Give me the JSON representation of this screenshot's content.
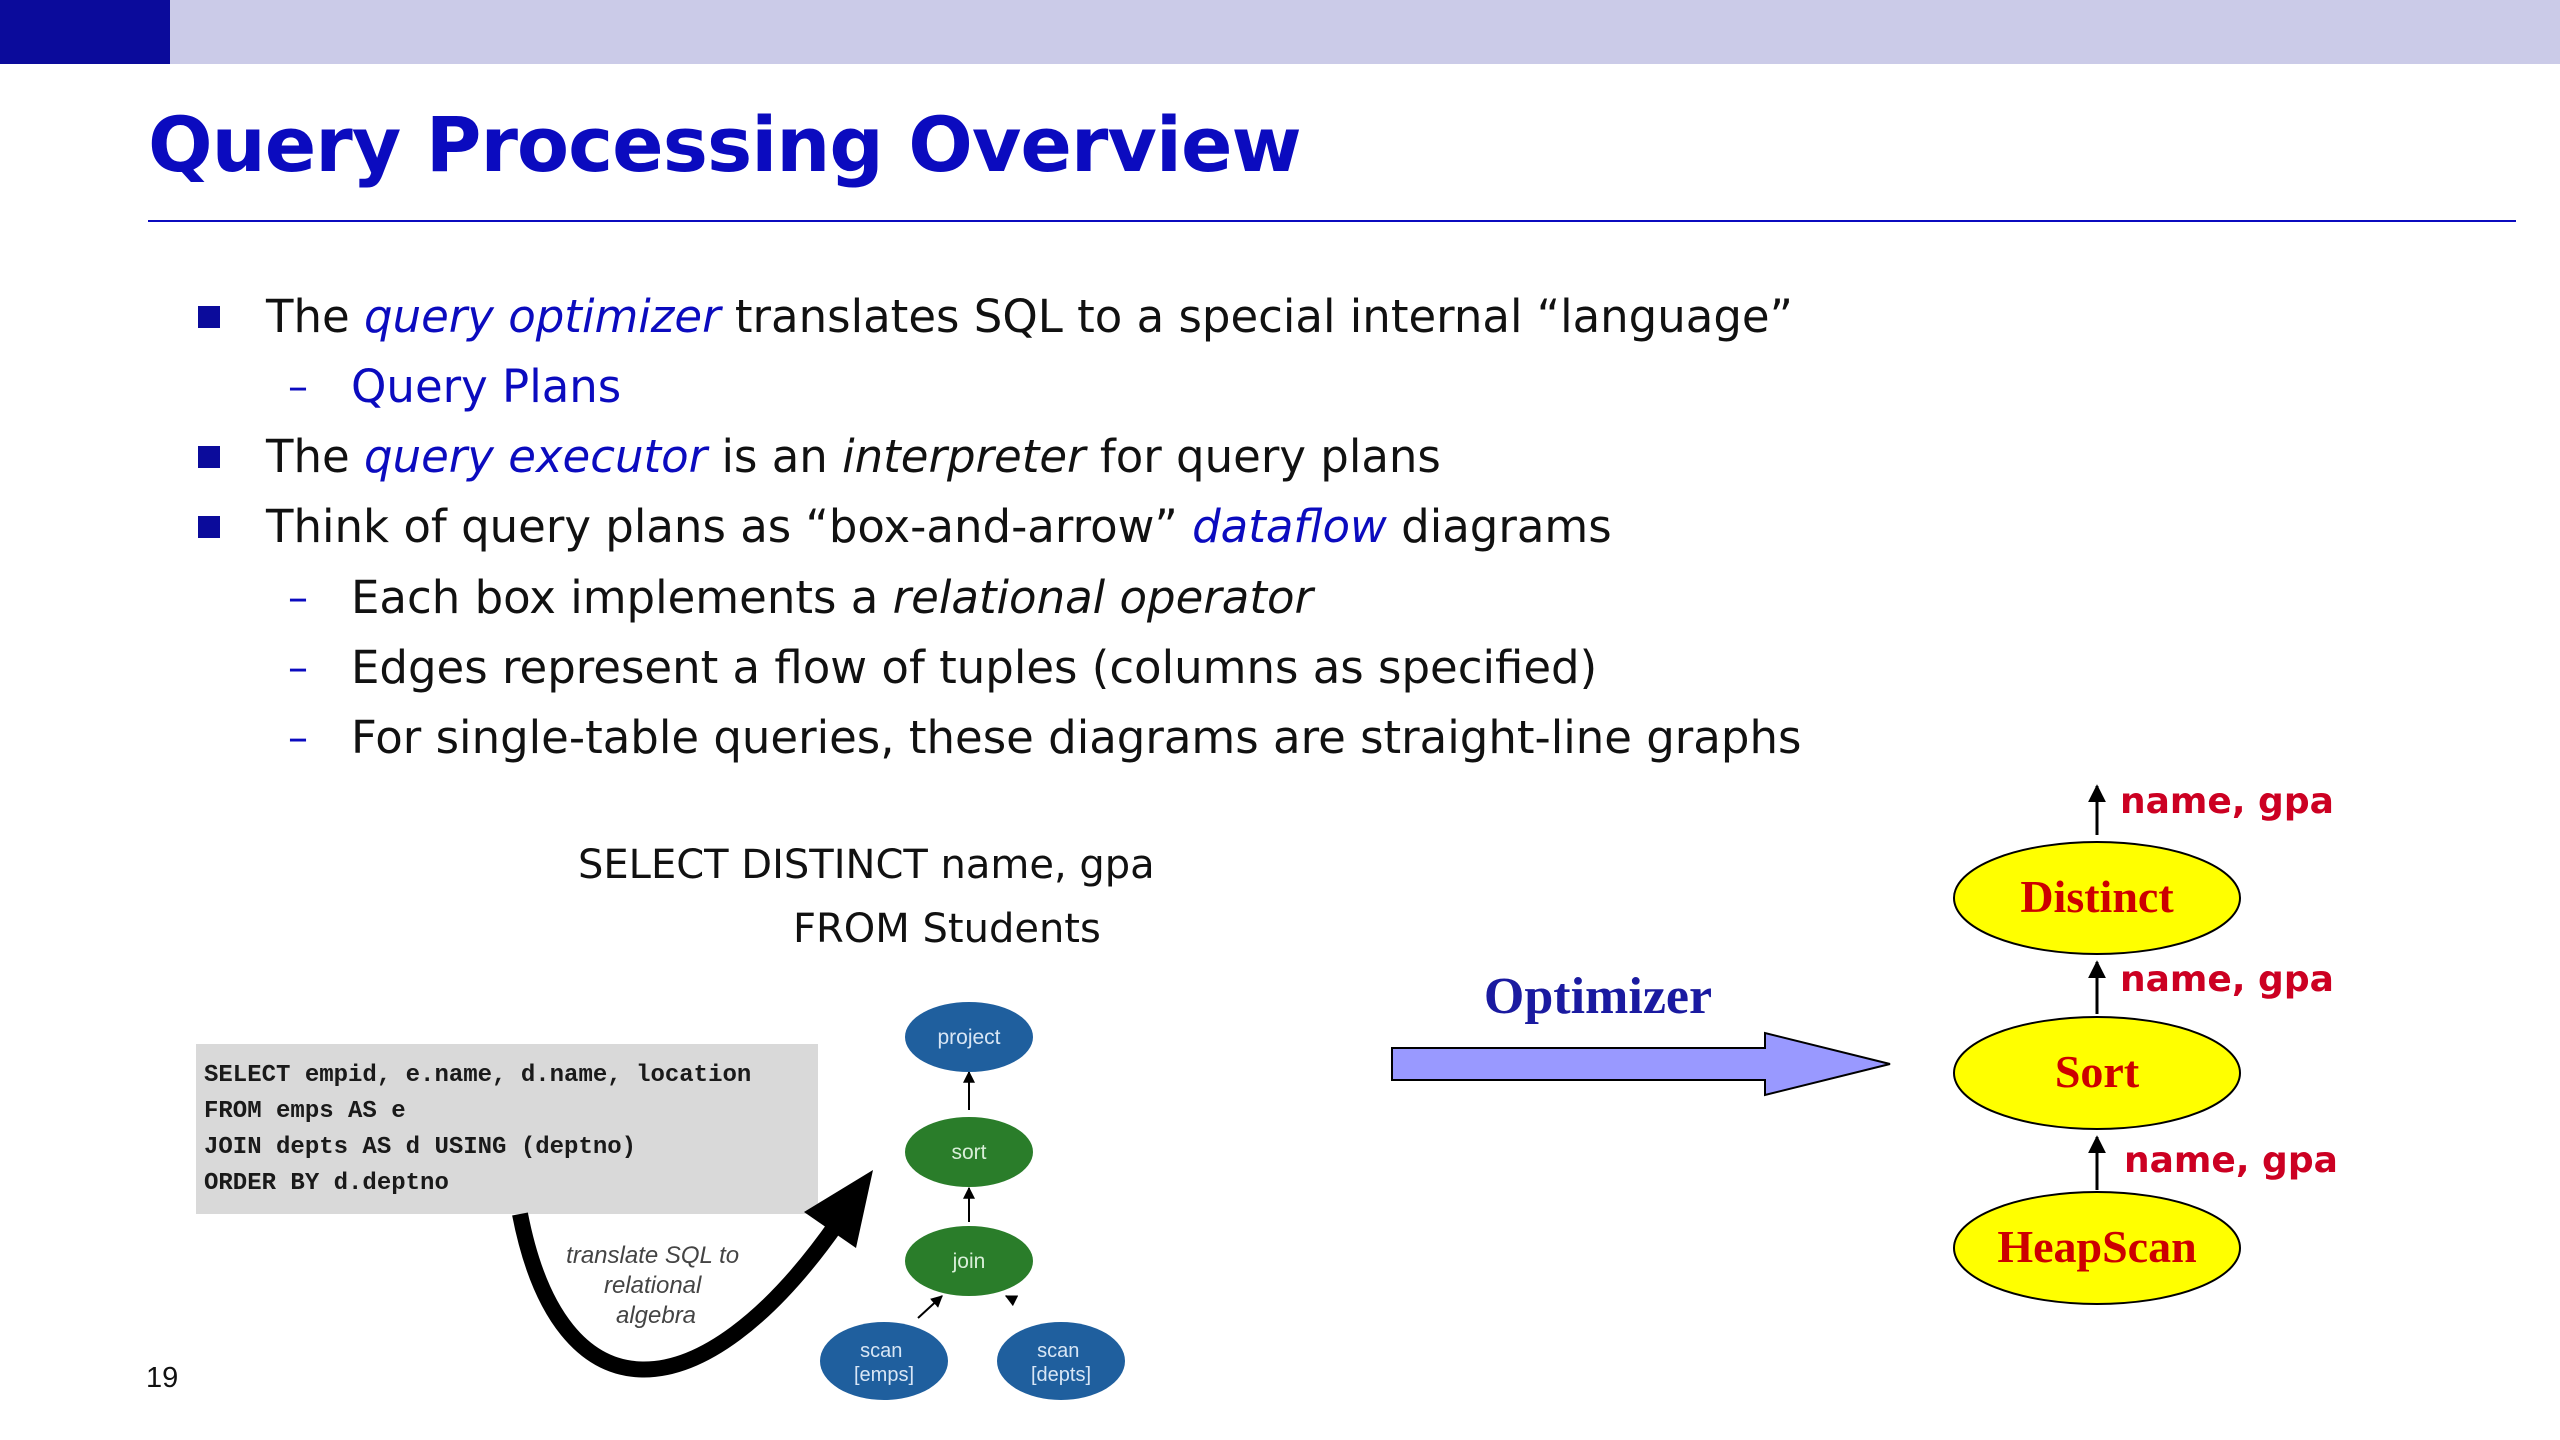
{
  "slide": {
    "title": "Query Processing Overview",
    "page_number": "19"
  },
  "bullets": {
    "b1": {
      "pre": "The ",
      "em": "query optimizer",
      "post": " translates SQL to a special internal “language”"
    },
    "b1_sub": "Query Plans",
    "b2": {
      "pre": "The ",
      "em": "query executor",
      "mid": " is an ",
      "em2": "interpreter",
      "post": " for query plans"
    },
    "b3": {
      "pre": "Think of query plans as “box-and-arrow” ",
      "em": "dataflow",
      "post": " diagrams"
    },
    "b3_sub1": {
      "pre": "Each box implements a ",
      "em": "relational operator"
    },
    "b3_sub2": "Edges represent a flow of tuples (columns as specified)",
    "b3_sub3": "For single-table queries, these diagrams are straight-line graphs",
    "dash": "–"
  },
  "sql_example": {
    "line1": "SELECT DISTINCT name, gpa",
    "line2": "FROM Students"
  },
  "code_box": {
    "lines": [
      "SELECT empid, e.name, d.name, location",
      "FROM emps AS e",
      "JOIN depts AS d USING (deptno)",
      "ORDER BY d.deptno"
    ]
  },
  "small_plan": {
    "caption": [
      "translate SQL to",
      "relational",
      "algebra"
    ],
    "nodes": {
      "project": "project",
      "sort": "sort",
      "join": "join",
      "scan_emps": [
        "scan",
        "[emps]"
      ],
      "scan_depts": [
        "scan",
        "[depts]"
      ]
    },
    "colors": {
      "blue": "#1f5f9e",
      "green": "#2a7d2a",
      "arrow": "#000000"
    }
  },
  "optimizer": {
    "label": "Optimizer",
    "arrow_color": "#9999ff"
  },
  "plan": {
    "nodes": {
      "top": "Distinct",
      "middle": "Sort",
      "bottom": "HeapScan"
    },
    "edge_labels": {
      "top": "name, gpa",
      "middle": "name, gpa",
      "bottom": "name, gpa"
    },
    "colors": {
      "fill": "#ffff00",
      "text": "#cc0000",
      "label": "#cc0022"
    }
  }
}
